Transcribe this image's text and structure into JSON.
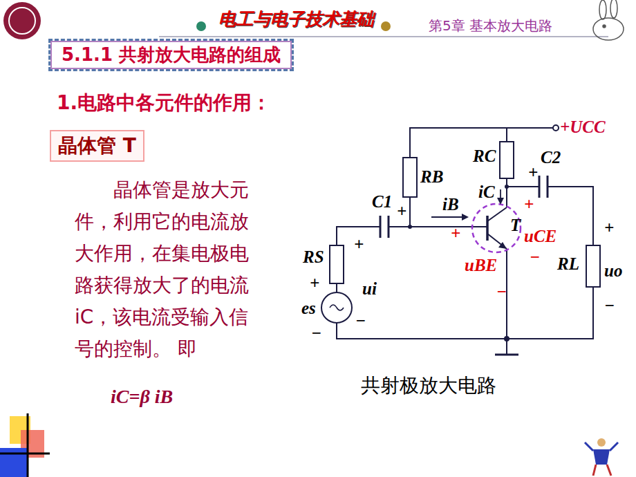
{
  "diagram": {
    "title": "电工与电子技术基础",
    "caption": "共射极放大电路",
    "nodes": [
      {
        "text": [
          "5.1.1 共射放大电路的组成"
        ]
      },
      {
        "text": [
          "晶体管 T"
        ]
      }
    ],
    "labels": [
      "第5章 基本放大电路",
      "1.电路中各元件的作用：",
      "晶体管是放大元件，利用它的电流放大作用，在集电极电路获得放大了的电流iC，该电流受输入信号的控制。 即",
      "iC=β iB",
      "+UCC",
      "RC",
      "C2",
      "+",
      "RB",
      "C1",
      "+",
      "iB",
      "iC",
      "+",
      "T",
      "uCE",
      "+",
      "uBE",
      "−",
      "−",
      "+",
      "RS",
      "ui",
      "+",
      "es",
      "−",
      "−",
      "RL",
      "+",
      "uo",
      "−"
    ]
  }
}
